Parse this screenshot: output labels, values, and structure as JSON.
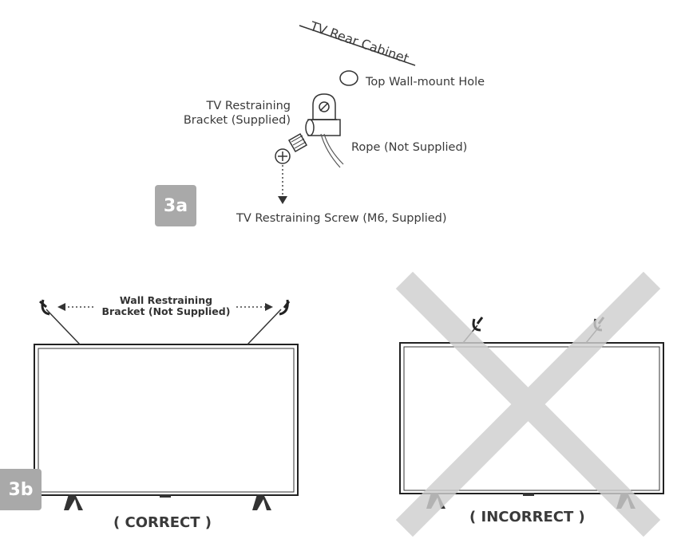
{
  "diagram_3a": {
    "step_label": "3a",
    "cabinet_label": "TV Rear Cabinet",
    "hole_label": "Top Wall-mount Hole",
    "bracket_label_line1": "TV Restraining",
    "bracket_label_line2": "Bracket (Supplied)",
    "rope_label": "Rope (Not Supplied)",
    "screw_label": "TV Restraining Screw (M6, Supplied)"
  },
  "diagram_3b": {
    "step_label": "3b",
    "wall_bracket_line1": "Wall Restraining",
    "wall_bracket_line2": "Bracket (Not Supplied)",
    "correct_label": "( CORRECT )",
    "incorrect_label": "( INCORRECT )",
    "colors": {
      "line": "#2e2e2e",
      "badge": "#a9a9a9",
      "cross": "#d0d0d0"
    }
  }
}
